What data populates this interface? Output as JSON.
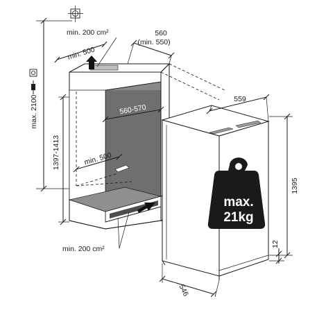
{
  "labels": {
    "vent_top": "min. 200 cm²",
    "vent_bottom": "min. 200 cm²",
    "depth_top": "min. 500",
    "depth_inner": "min. 500",
    "niche_depth": "560",
    "niche_depth_min": "(min. 550)",
    "niche_width": "560-570",
    "niche_height": "1397-1413",
    "max_height": "max. 2100",
    "appliance_width": "559",
    "appliance_depth": "546",
    "appliance_height": "1395",
    "plinth_height": "12",
    "weight_line1": "max.",
    "weight_line2": "21kg"
  },
  "icons": {
    "socket": "power-socket-icon",
    "plug": "power-plug-icon",
    "water": "water-supply-icon",
    "weight": "weight-icon"
  }
}
